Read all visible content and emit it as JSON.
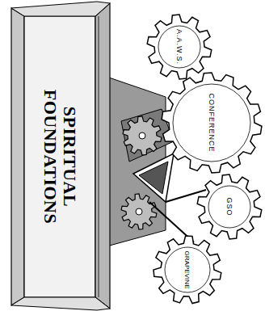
{
  "diagram": {
    "nodes": [
      {
        "text": [
          "SPIRITUAL FOUNDATIONS"
        ]
      },
      {
        "text": [
          "A.A.W.S."
        ]
      },
      {
        "text": [
          "CONFERENCE"
        ]
      },
      {
        "text": [
          "GSO"
        ]
      },
      {
        "text": [
          "GRAPEVINE"
        ]
      }
    ]
  }
}
